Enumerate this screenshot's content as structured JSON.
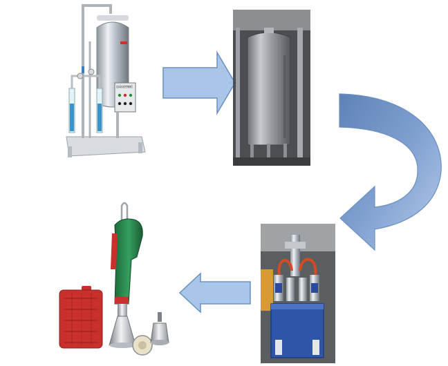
{
  "diagram": {
    "steps": [
      {
        "id": "mixer",
        "icon": "beverage-mixer-machine-icon"
      },
      {
        "id": "tank",
        "icon": "stainless-storage-tank-icon"
      },
      {
        "id": "filler",
        "icon": "four-head-filling-machine-icon"
      },
      {
        "id": "capper",
        "icon": "handheld-electric-capper-icon"
      }
    ],
    "panel_label": "自动化控制柜",
    "colors": {
      "arrow_fill": "#a9c6e8",
      "arrow_stroke": "#6a8fc0",
      "curved_arrow_dark": "#6c8ebf",
      "steel": "#c9ced4",
      "filler_base": "#2f55a8",
      "capper_green": "#2a8a4f",
      "capper_red": "#c9302c"
    }
  }
}
